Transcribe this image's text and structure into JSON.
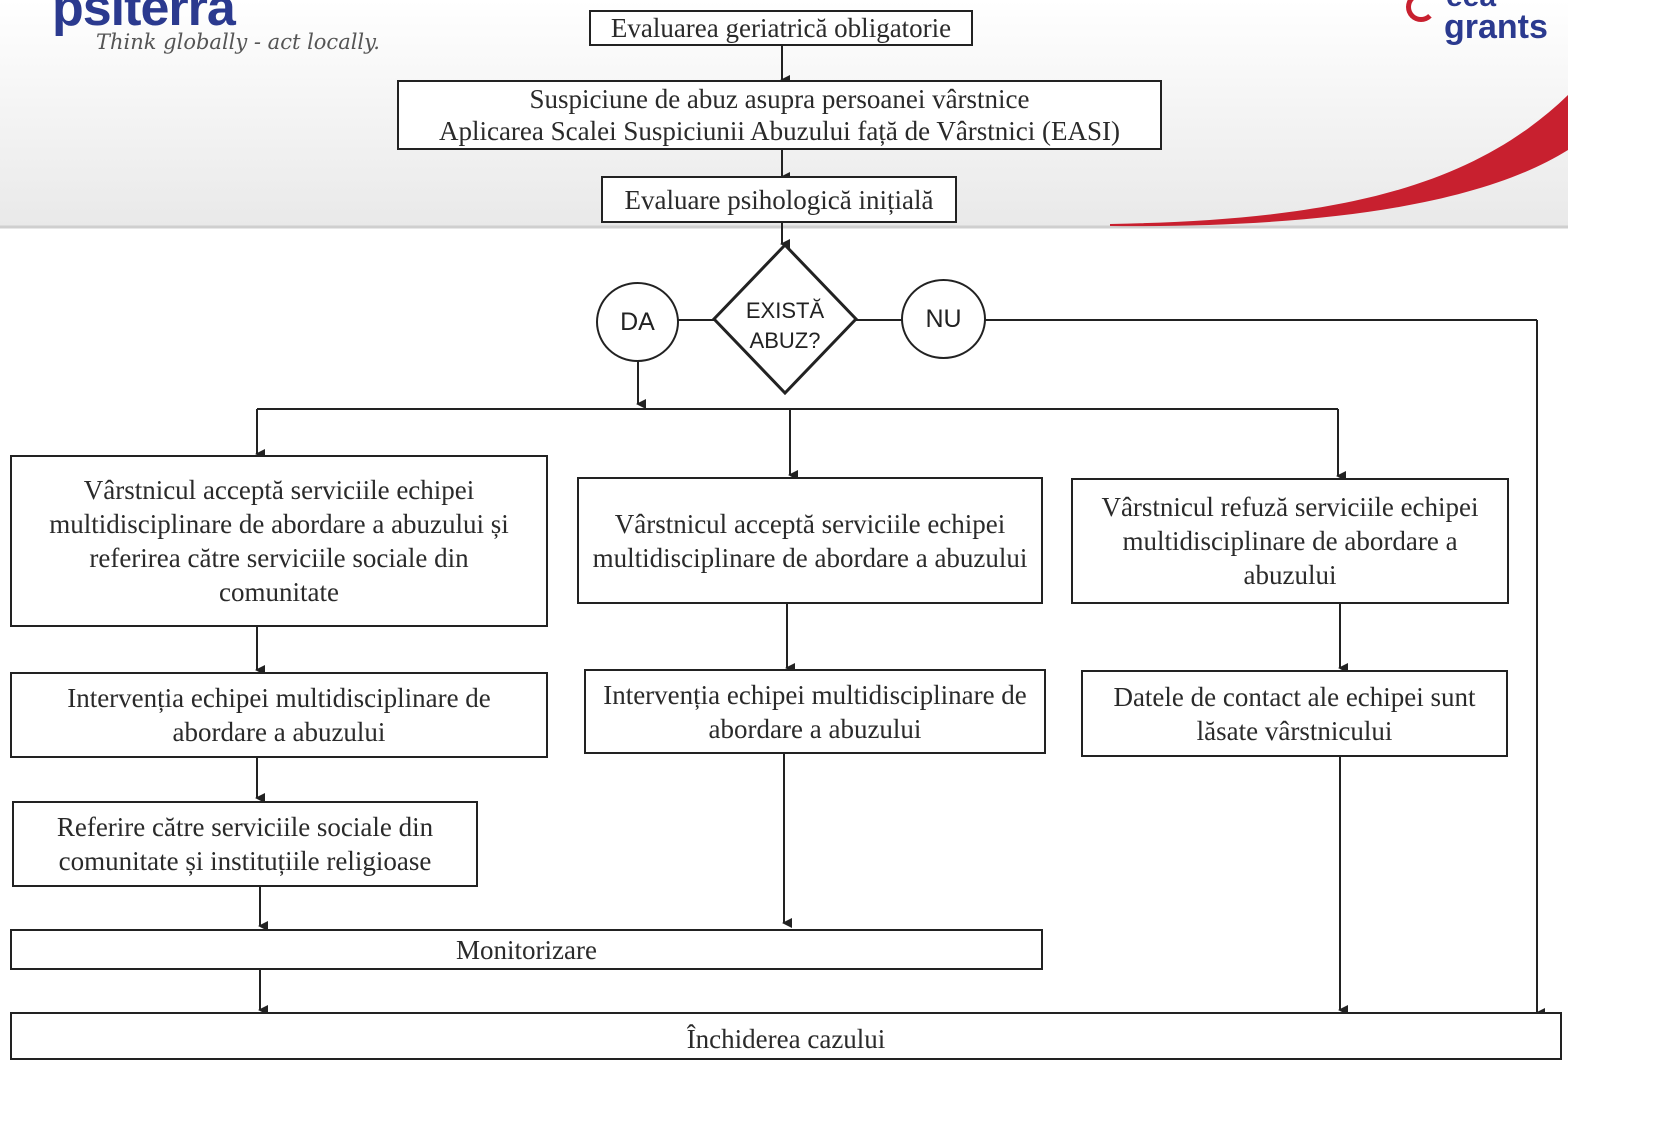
{
  "logo_left": {
    "name": "psiterra",
    "tagline": "Think globally - act locally."
  },
  "logo_right": {
    "line1": "eea",
    "line2": "grants"
  },
  "colors": {
    "brand_blue": "#2b3a8f",
    "brand_red": "#c8202f",
    "line": "#222222"
  },
  "diagram": {
    "steps": {
      "geriatric": "Evaluarea geriatrică obligatorie",
      "suspicion": "Suspiciune de abuz asupra persoanei vârstnice\nAplicarea Scalei Suspiciunii Abuzului față de Vârstnici (EASI)",
      "psych": "Evaluare psihologică inițială"
    },
    "decision": {
      "question": "EXISTĂ\nABUZ?",
      "yes": "DA",
      "no": "NU"
    },
    "branches": {
      "left": {
        "accept": "Vârstnicul acceptă serviciile echipei multidisciplinare de abordare a abuzului și referirea către serviciile sociale din comunitate",
        "intervention": "Intervenția echipei multidisciplinare de abordare a abuzului",
        "referral": "Referire către serviciile sociale din comunitate și instituțiile religioase"
      },
      "middle": {
        "accept": "Vârstnicul acceptă serviciile echipei multidisciplinare de abordare a abuzului",
        "intervention": "Intervenția echipei multidisciplinare de abordare a abuzului"
      },
      "right": {
        "refuse": "Vârstnicul refuză serviciile echipei multidisciplinare de abordare a abuzului",
        "contact": "Datele de contact ale echipei sunt lăsate vârstnicului"
      }
    },
    "monitoring": "Monitorizare",
    "closing": "Închiderea cazului"
  }
}
